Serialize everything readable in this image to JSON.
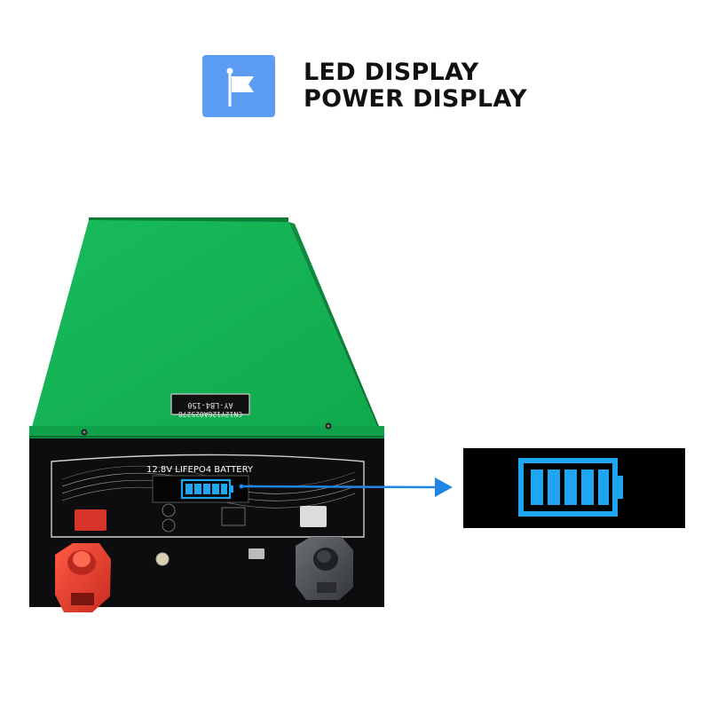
{
  "header": {
    "icon": "flag-icon",
    "line1": "LED DISPLAY",
    "line2": "POWER DISPLAY"
  },
  "battery": {
    "label": "12.8V LIFEPO4 BATTERY",
    "model_plate_line1": "AY-LB4-150",
    "model_plate_line2": "CN12Y126A025278",
    "colors": {
      "housing_top": "#14b356",
      "front_panel": "#0d0d0f",
      "positive_terminal": "#e8402f",
      "negative_terminal": "#4a4d52",
      "display_blue": "#1fa6f0"
    },
    "display_level_bars": 5
  },
  "zoom_inset": {
    "icon": "battery-level-icon",
    "bars_filled": 5
  },
  "colors": {
    "header_icon_bg": "#5c9cf2",
    "arrow": "#1f86e6"
  }
}
